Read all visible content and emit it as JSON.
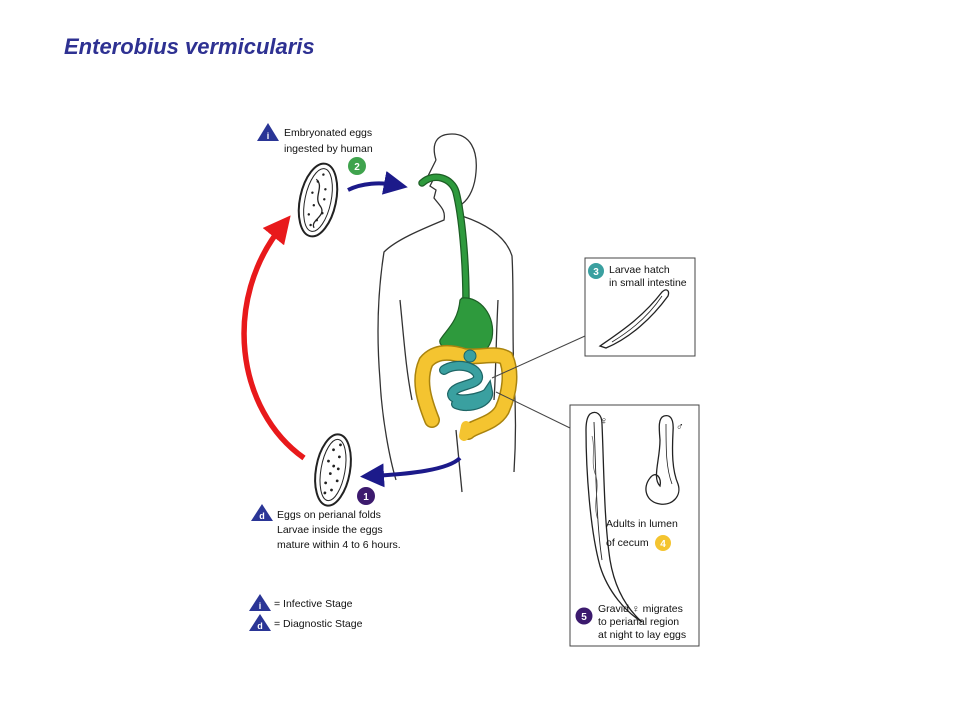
{
  "title": "Enterobius vermicularis",
  "colors": {
    "title": "#2e3192",
    "digestive_green": "#2e9a3d",
    "small_intestine_teal": "#3aa0a0",
    "large_intestine_yellow": "#f4c430",
    "arrow_blue": "#1c1a8a",
    "arrow_red": "#e8191b",
    "stage_triangle": "#2a3596",
    "badge_green": "#3fa34d",
    "badge_teal": "#3aa0a0",
    "badge_yellow": "#f4c430",
    "badge_purple": "#3c1a6e"
  },
  "stages": {
    "infective_marker": "i",
    "diagnostic_marker": "d",
    "s1": {
      "num": "1",
      "lines": [
        "Eggs on perianal folds",
        "Larvae inside the eggs",
        "mature within 4 to 6 hours."
      ]
    },
    "s2": {
      "num": "2",
      "lines": [
        "Embryonated eggs",
        "ingested by human"
      ]
    },
    "s3": {
      "num": "3",
      "lines": [
        "Larvae hatch",
        "in small intestine"
      ]
    },
    "s4": {
      "num": "4",
      "lines": [
        "Adults in lumen",
        "of cecum"
      ]
    },
    "s5": {
      "num": "5",
      "lines": [
        "Gravid ♀ migrates",
        "to perianal region",
        "at night to lay eggs"
      ]
    }
  },
  "sex_symbols": {
    "female": "♀",
    "male": "♂"
  },
  "legend": {
    "infective": "= Infective Stage",
    "diagnostic": "= Diagnostic Stage"
  }
}
